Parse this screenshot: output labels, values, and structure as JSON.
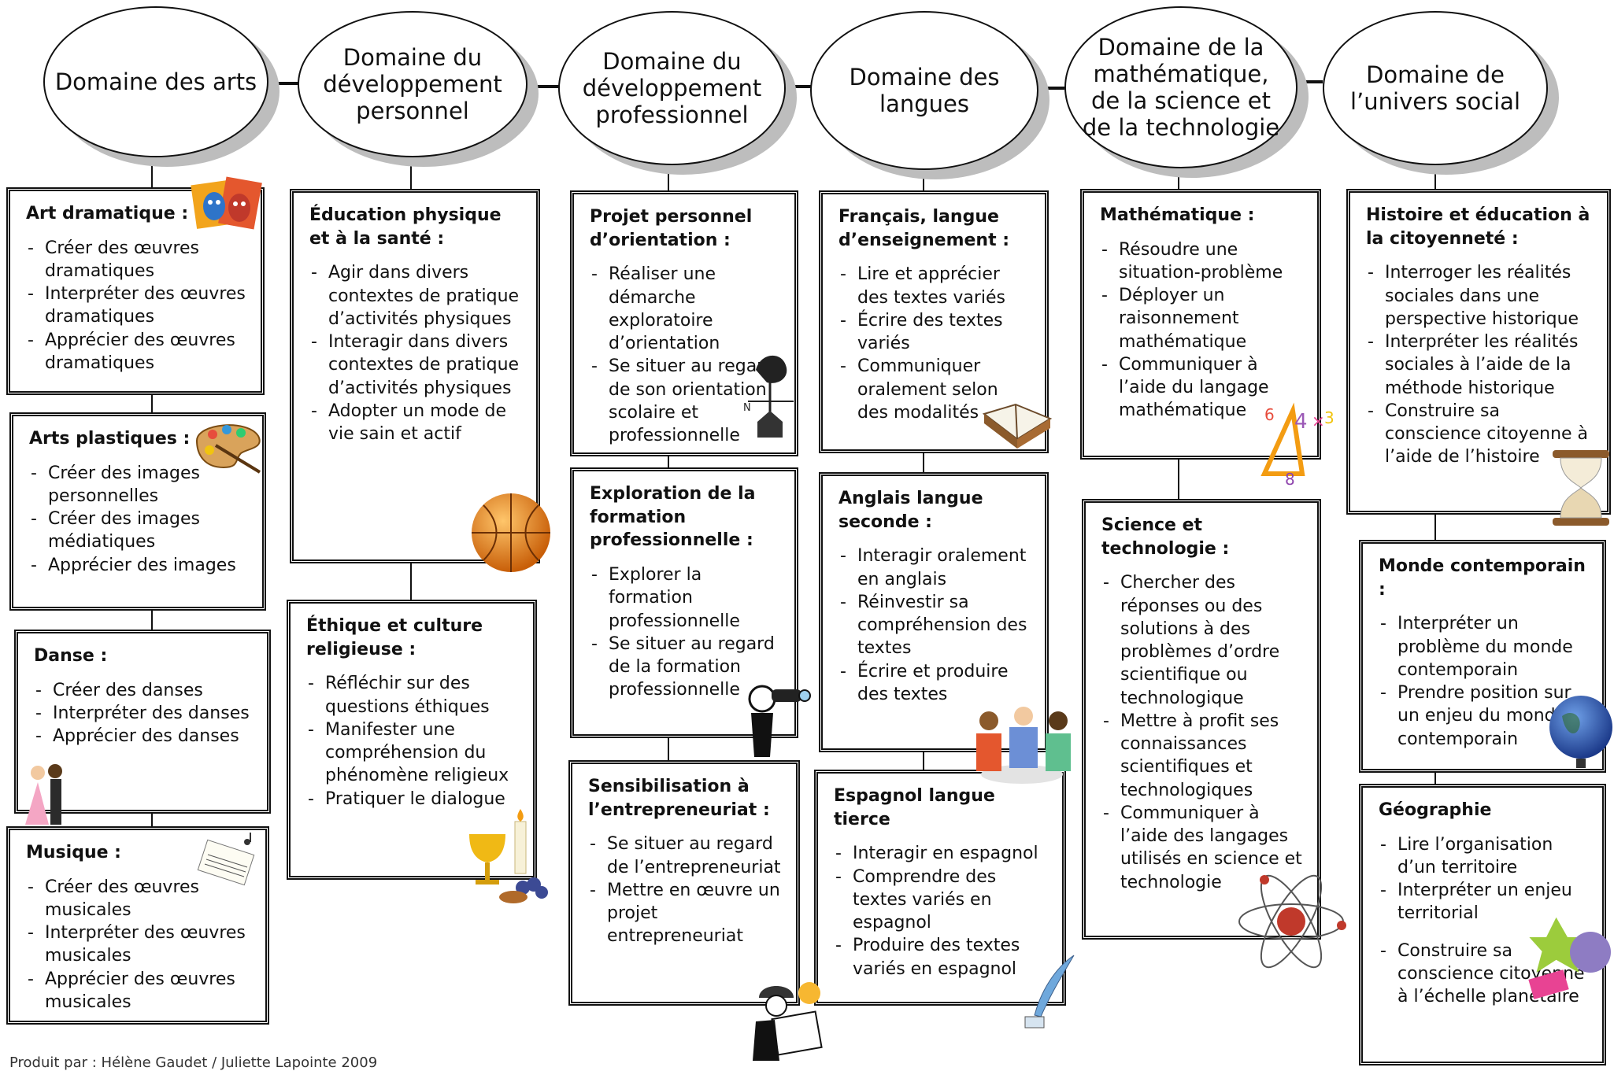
{
  "domains": [
    {
      "title": "Domaine des arts",
      "subjects": [
        {
          "title": "Art dramatique :",
          "icon": "theatre-masks-icon",
          "items": [
            "Créer des œuvres dramatiques",
            "Interpréter des œuvres dramatiques",
            "Apprécier des œuvres dramatiques"
          ]
        },
        {
          "title": "Arts plastiques :",
          "icon": "paint-palette-icon",
          "items": [
            "Créer des images personnelles",
            "Créer des images médiatiques",
            "Apprécier des images"
          ]
        },
        {
          "title": "Danse :",
          "icon": "dancers-icon",
          "items": [
            "Créer des danses",
            "Interpréter des danses",
            "Apprécier des danses"
          ]
        },
        {
          "title": "Musique :",
          "icon": "music-sheet-icon",
          "items": [
            "Créer des œuvres musicales",
            "Interpréter des œuvres musicales",
            "Apprécier des œuvres musicales"
          ]
        }
      ]
    },
    {
      "title": "Domaine du développement personnel",
      "subjects": [
        {
          "title": "Éducation physique et à la santé :",
          "icon": "basketball-icon",
          "items": [
            "Agir dans divers contextes de pratique d’activités physiques",
            "Interagir dans divers contextes de pratique d’activités physiques",
            "Adopter un mode de vie sain et actif"
          ]
        },
        {
          "title": "Éthique et culture religieuse :",
          "icon": "chalice-candle-icon",
          "items": [
            "Réfléchir sur des questions éthiques",
            "Manifester une compréhension du phénomène religieux",
            "Pratiquer le dialogue"
          ]
        }
      ]
    },
    {
      "title": "Domaine du développement professionnel",
      "subjects": [
        {
          "title": "Projet personnel d’orientation :",
          "icon": "weathervane-icon",
          "items": [
            "Réaliser une démarche exploratoire d’orientation",
            "Se situer au regard de son orientation scolaire et professionnelle"
          ]
        },
        {
          "title": "Exploration de la formation professionnelle :",
          "icon": "binoculars-icon",
          "items": [
            "Explorer la formation professionnelle",
            "Se situer au regard de la formation professionnelle"
          ]
        },
        {
          "title": "Sensibilisation à l’entrepreneuriat :",
          "icon": "worker-plan-icon",
          "items": [
            "Se situer au regard de l’entrepreneuriat",
            "Mettre en œuvre un projet entrepreneuriat"
          ]
        }
      ]
    },
    {
      "title": "Domaine des langues",
      "subjects": [
        {
          "title": "Français, langue d’enseignement :",
          "icon": "open-book-icon",
          "items": [
            "Lire et apprécier des textes variés",
            "Écrire des textes variés",
            "Communiquer oralement selon des modalités"
          ]
        },
        {
          "title": "Anglais langue seconde :",
          "icon": "people-talking-icon",
          "items": [
            "Interagir oralement en anglais",
            "Réinvestir sa compréhension des textes",
            "Écrire et produire des textes"
          ]
        },
        {
          "title": "Espagnol langue tierce",
          "icon": "quill-pen-icon",
          "items": [
            "Interagir en espagnol",
            "Comprendre des textes variés en espagnol",
            "Produire des textes variés en espagnol"
          ]
        }
      ]
    },
    {
      "title": "Domaine de la mathématique, de la science et de la technologie",
      "subjects": [
        {
          "title": "Mathématique :",
          "icon": "math-symbols-icon",
          "items": [
            "Résoudre une situation-problème",
            "Déployer un raisonnement mathématique",
            "Communiquer à l’aide du langage mathématique"
          ]
        },
        {
          "title": "Science et technologie :",
          "icon": "atom-icon",
          "items": [
            "Chercher des réponses ou des solutions à des problèmes d’ordre scientifique ou technologique",
            "Mettre à profit ses connaissances scientifiques et technologiques",
            "Communiquer à l’aide des langages utilisés en science et technologie"
          ]
        }
      ]
    },
    {
      "title": "Domaine de l’univers social",
      "subjects": [
        {
          "title": "Histoire et éducation à la citoyenneté :",
          "icon": "hourglass-icon",
          "items": [
            "Interroger les réalités sociales dans une perspective historique",
            "Interpréter les réalités sociales à l’aide de la méthode historique",
            "Construire sa conscience citoyenne à l’aide de l’histoire"
          ]
        },
        {
          "title": "Monde contemporain :",
          "icon": "globe-icon",
          "items": [
            "Interpréter un problème du monde contemporain",
            "Prendre position sur un enjeu du monde contemporain"
          ]
        },
        {
          "title": "Géographie",
          "icon": "compass-globe-icon",
          "items": [
            "Lire l’organisation d’un territoire",
            "Interpréter un enjeu territorial",
            "Construire sa conscience citoyenne à l’échelle planétaire"
          ]
        }
      ]
    }
  ],
  "footer": "Produit par : Hélène Gaudet / Juliette Lapointe 2009"
}
